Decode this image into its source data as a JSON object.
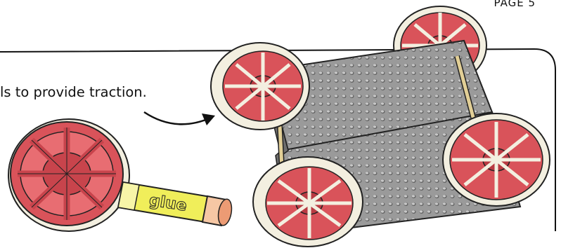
{
  "page_label": "PAGE 5",
  "caption": "ls to provide traction.",
  "glue_stick": {
    "label": "glue"
  },
  "colors": {
    "wheel_hub": "#d9535a",
    "tire": "#f3efe0",
    "chassis": "#8a8a8a",
    "glue_body": "#f0ee5a",
    "glue_cap": "#f6c7a4"
  },
  "icons": [
    "pointer-arrow-icon"
  ]
}
